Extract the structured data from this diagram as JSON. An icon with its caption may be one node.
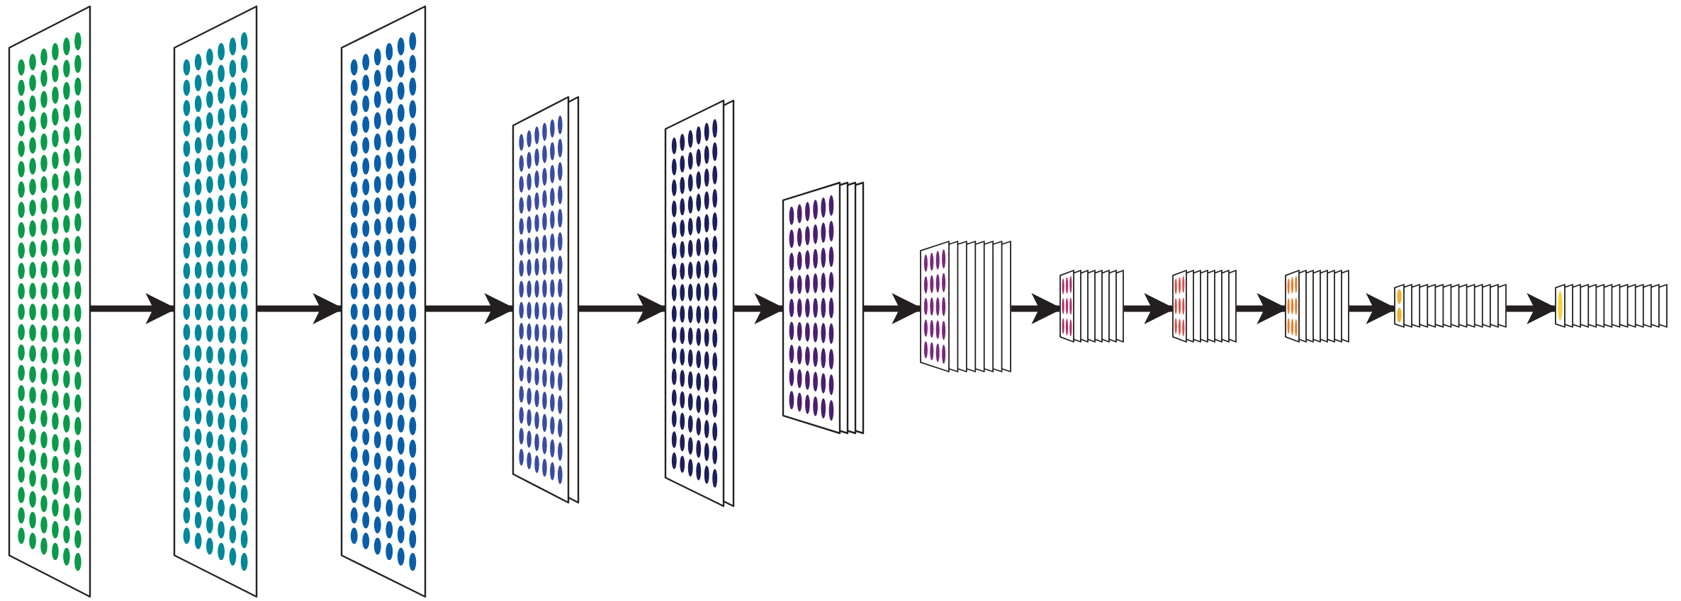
{
  "diagram": {
    "nodes": [
      {
        "text": [],
        "shape": "box"
      },
      {
        "text": [],
        "shape": "box"
      },
      {
        "text": [],
        "shape": "box"
      },
      {
        "text": [],
        "shape": "box"
      },
      {
        "text": [],
        "shape": "box"
      },
      {
        "text": [],
        "shape": "box"
      },
      {
        "text": [],
        "shape": "box"
      },
      {
        "text": [],
        "shape": "box"
      },
      {
        "text": [],
        "shape": "box"
      },
      {
        "text": [],
        "shape": "box"
      },
      {
        "text": [],
        "shape": "box"
      },
      {
        "text": [],
        "shape": "box"
      }
    ],
    "edges": [
      {
        "from": 0,
        "to": 1,
        "arrow": "to"
      },
      {
        "from": 1,
        "to": 2,
        "arrow": "to"
      },
      {
        "from": 2,
        "to": 3,
        "arrow": "to"
      },
      {
        "from": 3,
        "to": 4,
        "arrow": "to"
      },
      {
        "from": 4,
        "to": 5,
        "arrow": "to"
      },
      {
        "from": 5,
        "to": 6,
        "arrow": "to"
      },
      {
        "from": 6,
        "to": 7,
        "arrow": "to"
      },
      {
        "from": 7,
        "to": 8,
        "arrow": "to"
      },
      {
        "from": 8,
        "to": 9,
        "arrow": "to"
      },
      {
        "from": 9,
        "to": 10,
        "arrow": "to"
      },
      {
        "from": 10,
        "to": 11,
        "arrow": "to"
      }
    ]
  }
}
